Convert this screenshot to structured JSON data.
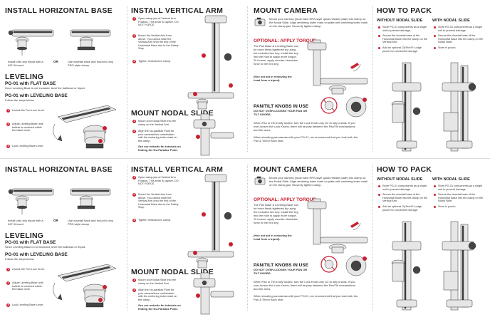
{
  "sheets": [
    {
      "horizontal_base": {
        "title": "INSTALL HORIZONTAL BASE",
        "option_a": "Install onto any tripod with a 3/8\" fit insert",
        "or": "OR",
        "option_b": "Use dovetail base and mount to any PRO-style clamp"
      },
      "leveling": {
        "title": "LEVELING",
        "flat_title": "PG-01 with FLAT BASE",
        "flat_text": "Once Leveling Base is not included, level the ballhead or tripod.",
        "lb_title": "PG-01 with LEVELING BASE",
        "lb_text": "Follow the steps below.",
        "steps": [
          "Unlock the Pan Lock Knob.",
          "Adjust Leveling Base until bubble is centered within the black circle.",
          "Lock Leveling Base Lever."
        ]
      },
      "vertical_arm": {
        "title": "INSTALL VERTICAL ARM",
        "steps": [
          "Open clamp jaw of Vertical Arm Position. This knob is captive. DO NOT FORCE.",
          "Mount the Vertical Arm from above. You cannot slide the Vertical Arm onto the end of the Horizontal Base due to the Safety Stop.",
          "Tighten Vertical Arm clamp."
        ]
      },
      "nodal_slide": {
        "title": "MOUNT NODAL SLIDE",
        "steps": [
          "Mount your Nodal Slide into the clamp on the Vertical Arm.",
          "Align the No-parallax Point for your camera/lens combination with the centering index mark on the clamp."
        ],
        "note": "See our website for tutorials on finding the No-Parallax Point."
      },
      "mount_camera": {
        "title": "MOUNT CAMERA",
        "text": "Mount your camera (must have RRS-style quick-release plate) into clamp on the Nodal Slide. Align centering index mark on plate with centering index mark on the clamp jaw. Securely tighten clamp."
      },
      "torque": {
        "title": "OPTIONAL: APPLY TORQUE",
        "text": "The Pan Base & Leveling Base can be more firmly tightened by using the included hex key. Install the key into the hole to apply more torque. To loosen, apply counter-clockwise force to the hex key.",
        "warning": "(Hex not aid in removing the head from a tripod)."
      },
      "pan_tilt": {
        "title": "PAN/TILT KNOBS IN USE",
        "warning": "DO NOT OVER-LOOSEN YOUR PAN OR TILT KNOBS.",
        "text1": "When Pan or Tilt is fully locked, turn the Lock Knob only 1/2 to fully unlock. If you over-loosen the Lock Knobs, there will be play between the Pan/Tilt mechanisms and the arms.",
        "text2": "When shooting panoramas with your PG-01, we recommend that you lock both the Pan & Tilt for each shot."
      },
      "how_to_pack": {
        "title": "HOW TO PACK",
        "without_title": "WITHOUT NODAL SLIDE",
        "without_items": [
          "Store PG-01 components as a single unit to prevent damage.",
          "Secure the dovetail base of the Horizontal Base into the clamp on the Vertical Arm.",
          "Add an optional OpTech® Lodge pouch for convenient storage."
        ],
        "with_title": "WITH NODAL SLIDE",
        "with_items": [
          "Store PG-01 components as a single unit to prevent damage.",
          "Secure the dovetail base of the Horizontal Base into the clamp on the Nodal Slide.",
          "Store in pouch."
        ]
      }
    },
    {
      "horizontal_base": {
        "title": "INSTALL HORIZONTAL BASE",
        "option_a": "Install onto any tripod with a 3/8\" fit insert",
        "or": "OR",
        "option_b": "Use dovetail base and mount to any PRO-style clamp"
      },
      "leveling": {
        "title": "LEVELING",
        "flat_title": "PG-01 with FLAT BASE",
        "flat_text": "Since Leveling Base is not included, level the ballhead or tripod.",
        "lb_title": "PG-01 with LEVELING BASE",
        "lb_text": "Follow the steps below.",
        "steps": [
          "Unlock the Pan Lock Knob.",
          "Adjust Leveling Base until bubble is centered within the black circle.",
          "Lock Leveling Base Lever."
        ]
      },
      "vertical_arm": {
        "title": "INSTALL VERTICAL ARM",
        "steps": [
          "Open clamp jaw of Vertical Arm Position. This knob is captive. DO NOT FORCE.",
          "Mount the Vertical Arm from above. You cannot slide the Vertical Arm onto the end of the Horizontal Base due to the Safety Stop.",
          "Tighten Vertical Arm clamp."
        ]
      },
      "nodal_slide": {
        "title": "MOUNT NODAL SLIDE",
        "steps": [
          "Mount your Nodal Slide into the clamp on the Vertical Arm.",
          "Align the No-parallax Point for your camera/lens combination with the centering index mark on the clamp."
        ],
        "note": "See our website for tutorials on finding the No-Parallax Point."
      },
      "mount_camera": {
        "title": "MOUNT CAMERA",
        "text": "Mount your camera (must have RRS-style quick-release plate) into clamp on the Nodal Slide. Align centering index mark on plate with centering index mark on the clamp jaw. Securely tighten clamp."
      },
      "torque": {
        "title": "OPTIONAL: APPLY TORQUE",
        "text": "The Pan Base & Leveling Base can be more firmly tightened by using the included hex key. Install the key into the hole to apply more torque. To loosen, apply counter-clockwise force to the hex key.",
        "warning": "(Hex not aid in removing the head from a tripod)."
      },
      "pan_tilt": {
        "title": "PAN/TILT KNOBS IN USE",
        "warning": "DO NOT OVER-LOOSEN YOUR PAN OR TILT KNOBS.",
        "text1": "When Pan or Tilt is fully locked, turn the Lock Knob only 1/2 to fully unlock. If you over-loosen the Lock Knobs, there will be play between the Pan/Tilt mechanisms and the arms.",
        "text2": "When shooting panoramas with your PG-01, we recommend that you lock both the Pan & Tilt for each shot."
      },
      "how_to_pack": {
        "title": "HOW TO PACK",
        "without_title": "WITHOUT NODAL SLIDE",
        "without_items": [
          "Store PG-01 components as a single unit to prevent damage.",
          "Secure the dovetail base of the Horizontal Base into the clamp on the Vertical Arm.",
          "Add an optional OpTech® Lodge pouch for convenient storage."
        ],
        "with_title": "WITH NODAL SLIDE",
        "with_items": [
          "Store PG-01 components as a single unit to prevent damage.",
          "Secure the dovetail base of the Horizontal Base into the clamp on the Nodal Slide.",
          "Store in pouch."
        ]
      }
    }
  ],
  "colors": {
    "accent": "#c8202f",
    "text": "#222222",
    "muted": "#e6e6e6"
  }
}
